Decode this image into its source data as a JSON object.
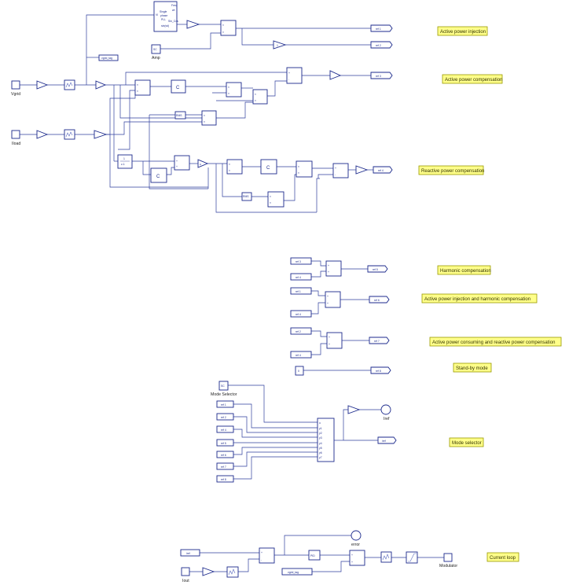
{
  "annotations": {
    "active_power_injection": "Active power injection",
    "active_power_compensation": "Active power compensation",
    "reactive_power_compensation": "Reactive power compensation",
    "harmonic_compensation": "Harmonic compensation",
    "injection_and_harmonic": "Active power injection and harmonic compensation",
    "consuming_and_reactive": "Active power consuming and reactive power compensation",
    "standby_mode": "Stand-by mode",
    "mode_selector": "Mode selector",
    "current_loop": "Current loop"
  },
  "blocks": {
    "vgrid": "Vgrid",
    "iload": "Iload",
    "iout": "Iout",
    "amp": "Amp",
    "mode_selector": "Mode Selector",
    "iref_port": "Iref",
    "error_port": "error",
    "modulator": "Modulator",
    "const_zero": "0",
    "sc": "SC",
    "pll_lines": [
      "Single",
      "phase",
      "PLL",
      "sin(wt)"
    ],
    "pll_ports": [
      "Vi",
      "Freq",
      "wt",
      "Sin_Cos"
    ],
    "c_block": "C",
    "rms": "RMS",
    "pid": "PID",
    "sqrt_label": "u",
    "mux_ports": [
      "u",
      "y1",
      "y2",
      "y3",
      "y4",
      "y5",
      "y6",
      "y7"
    ],
    "prod_x": "×",
    "sum_plus": "+",
    "sum_minus": "-",
    "tf_num": "1",
    "tf_den": "z-1"
  },
  "goto_tags": {
    "ref1": "ref 1",
    "ref2": "ref 2",
    "ref3": "ref 3",
    "ref4": "ref 4",
    "ref5": "ref 5",
    "ref6": "ref 6",
    "ref7": "ref 7",
    "ref8": "ref 8",
    "vgrid_tag": "vgrid_tag",
    "iref": "iref"
  }
}
